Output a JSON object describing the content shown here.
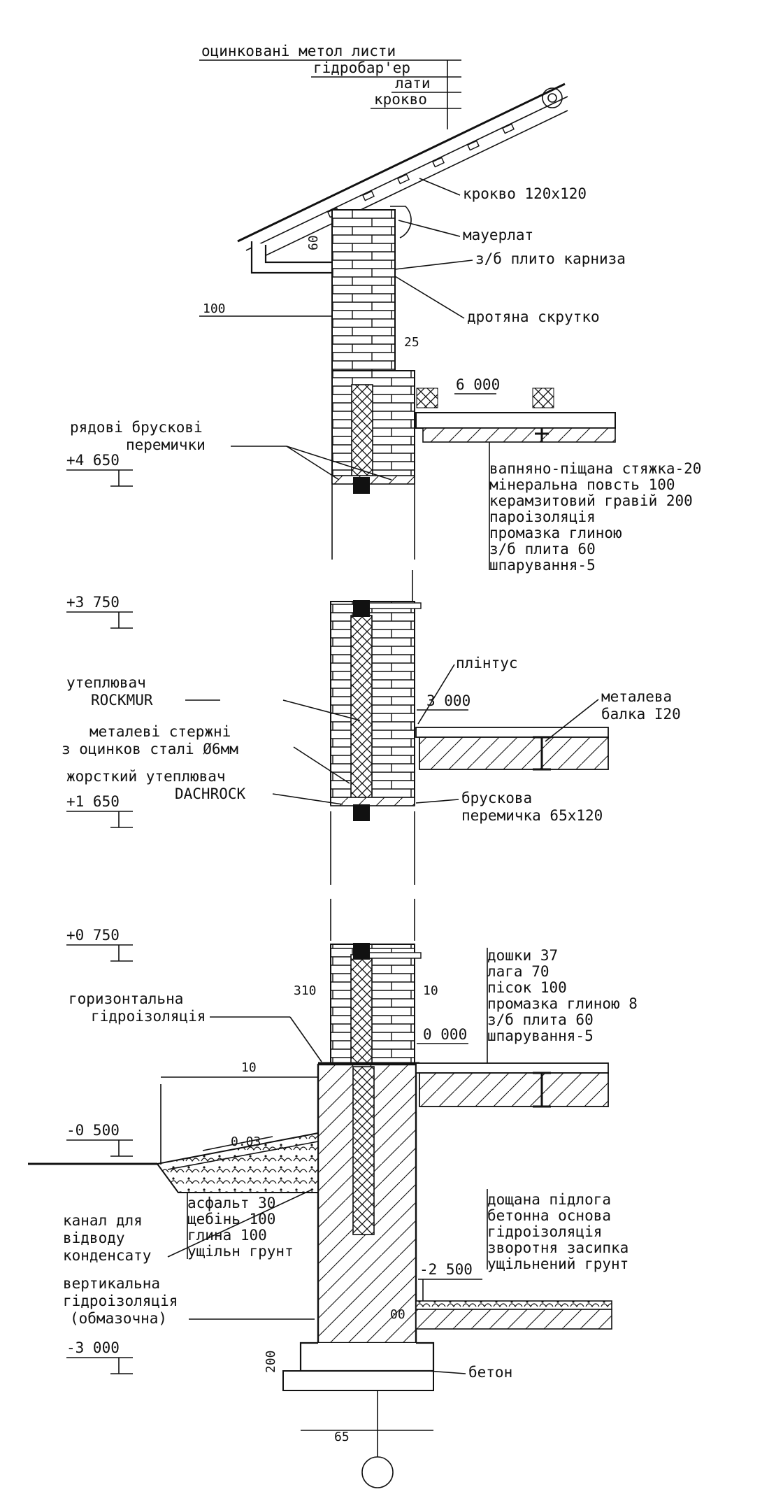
{
  "roof_labels": [
    "оцинковані метол листи",
    "гідробар'ер",
    "лати",
    "крокво"
  ],
  "callouts": {
    "rafter": "крокво 120x120",
    "mauerlat": "мауерлат",
    "cornice_slab": "з/б плито карниза",
    "wire_twist": "дротяна скрутко",
    "lintels_row": [
      "рядові брускові",
      "перемички"
    ],
    "plinth": "плінтус",
    "insulation": [
      "утеплювач",
      "ROCKMUR"
    ],
    "rods": [
      "металеві стержні",
      "з оцинков сталі Ø6мм"
    ],
    "hard_insulation": [
      "жорсткий утеплювач",
      "DACHROCK"
    ],
    "metal_beam": [
      "металева",
      "балка І20"
    ],
    "bar_lintel": [
      "брускова",
      "перемичка 65х120"
    ],
    "horiz_waterproof": [
      "горизонтальна",
      "гідроізоляція"
    ],
    "drain_channel": [
      "канал для",
      "відводу",
      "конденсату"
    ],
    "vert_waterproof": [
      "вертикальна",
      "гідроізоляція",
      "(обмазочна)"
    ],
    "concrete": "бетон"
  },
  "layers": {
    "roof_floor": [
      "вапняно-піщана стяжка-20",
      "мінеральна повсть 100",
      "керамзитовий гравій 200",
      "пароізоляція",
      "промазка глиною",
      "з/б плита 60",
      "шпарування-5"
    ],
    "first_floor": [
      "дошки 37",
      "лага 70",
      "пісок 100",
      "промазка глиною 8",
      "з/б плита 60",
      "шпарування-5"
    ],
    "blind_area": [
      "асфальт 30",
      "щебінь 100",
      "глина 100",
      "ущільн грунт"
    ],
    "basement_floor": [
      "дощана підлога",
      "бетонна основа",
      "гідроізоляція",
      "зворотня засипка",
      "ущільнений грунт"
    ]
  },
  "levels": {
    "l4650": "+4 650",
    "l3750": "+3 750",
    "l1650": "+1 650",
    "l0750": "+0 750",
    "lm0500": "-0 500",
    "lm3000": "-3 000",
    "lm2500": "-2 500"
  },
  "dims": {
    "d6000": "6 000",
    "d3000": "3 000",
    "d0000": "0 000",
    "d100": "100",
    "d60": "60",
    "d25": "25",
    "d310": "310",
    "d10": "10",
    "slope": "0.03",
    "d00": "00",
    "d65": "65",
    "d200": "200"
  }
}
